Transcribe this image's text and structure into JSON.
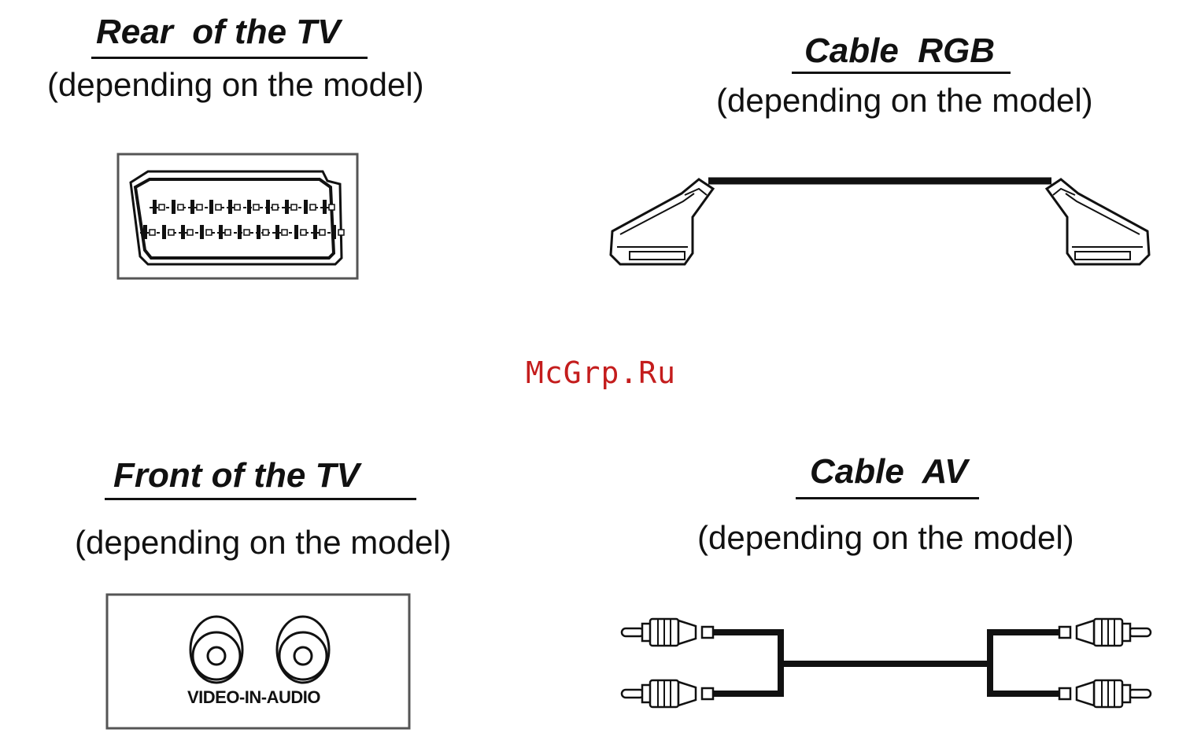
{
  "sections": {
    "rear_tv": {
      "title": "Rear  of the TV",
      "subtitle": "(depending on the model)"
    },
    "cable_rgb": {
      "title": "Cable  RGB",
      "subtitle": "(depending on the model)"
    },
    "front_tv": {
      "title": "Front of the TV",
      "subtitle": "(depending on the model)",
      "jack_label": "VIDEO-IN-AUDIO"
    },
    "cable_av": {
      "title": "Cable  AV",
      "subtitle": "(depending on the model)"
    }
  },
  "watermark": "McGrp.Ru",
  "icons": {
    "scart_socket": "scart-socket-icon",
    "scart_cable": "scart-cable-icon",
    "rca_jacks": "rca-jack-icon",
    "av_cable": "rca-cable-icon"
  },
  "colors": {
    "ink": "#111111",
    "watermark": "#c41d1d",
    "frame": "#555555"
  }
}
